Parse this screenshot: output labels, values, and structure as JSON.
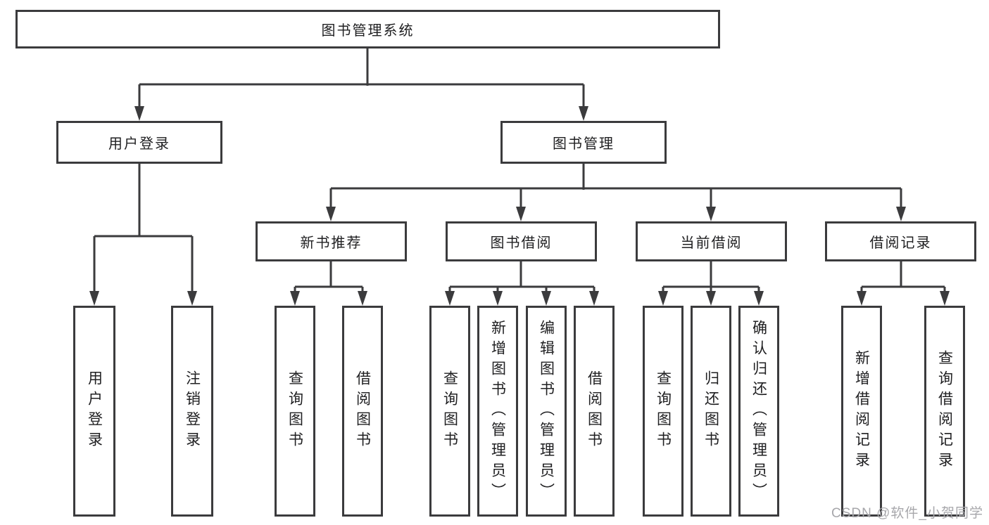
{
  "diagram": {
    "title": "图书管理系统",
    "level2": [
      {
        "label": "用户登录"
      },
      {
        "label": "图书管理"
      }
    ],
    "level3": [
      {
        "label": "新书推荐"
      },
      {
        "label": "图书借阅"
      },
      {
        "label": "当前借阅"
      },
      {
        "label": "借阅记录"
      }
    ],
    "leaves": {
      "user_login": [
        "用户登录",
        "注销登录"
      ],
      "new_book_recommend": [
        "查询图书",
        "借阅图书"
      ],
      "book_borrowing": [
        "查询图书",
        "新增图书（管理员）",
        "编辑图书（管理员）",
        "借阅图书"
      ],
      "current_borrowing": [
        "查询图书",
        "归还图书",
        "确认归还（管理员）"
      ],
      "borrowing_records": [
        "新增借阅记录",
        "查询借阅记录"
      ]
    }
  },
  "watermark": {
    "text": "CSDN @软件_小贺同学"
  },
  "colors": {
    "line": "#3b3b3d",
    "text": "#202022",
    "watermark": "#a7a7ab",
    "background": "#ffffff"
  }
}
